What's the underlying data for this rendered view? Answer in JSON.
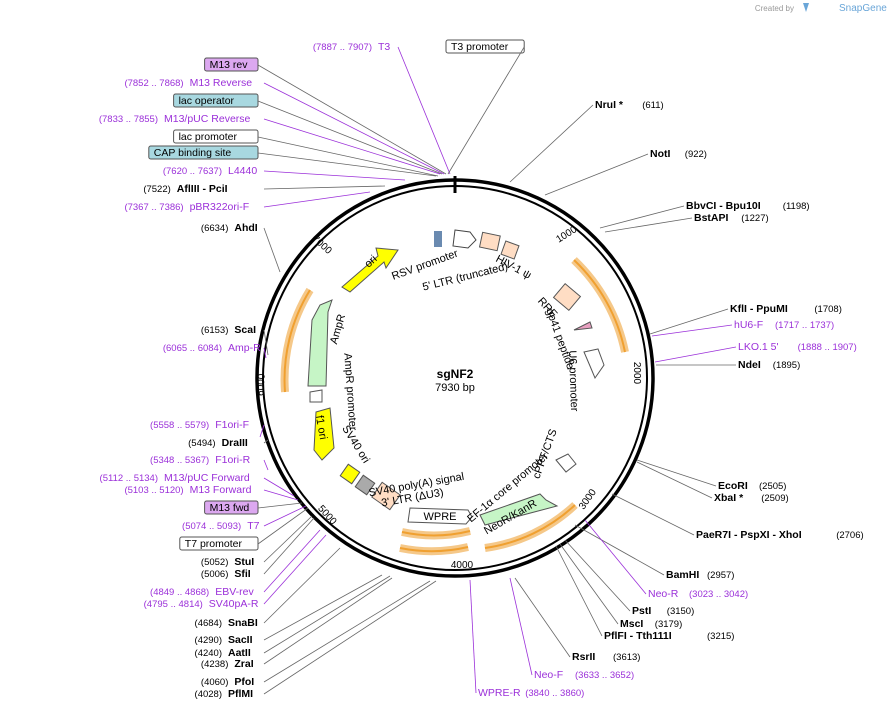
{
  "brand": {
    "created_by": "Created by",
    "name": "SnapGene"
  },
  "plasmid": {
    "name": "sgNF2",
    "size": "7930 bp"
  },
  "ticks": [
    "1000",
    "2000",
    "3000",
    "4000",
    "5000",
    "6000",
    "7000"
  ],
  "features": [
    {
      "label": "RSV promoter",
      "color": "#ffffff"
    },
    {
      "label": "5' LTR (truncated)",
      "color": "#ffffff"
    },
    {
      "label": "HIV-1 ψ",
      "color": "#ffddc4"
    },
    {
      "label": "RRE",
      "color": "#ffddc4"
    },
    {
      "label": "gp41 peptide",
      "color": "#e8a0c0"
    },
    {
      "label": "U6 promoter",
      "color": "#ffffff"
    },
    {
      "label": "cPPT/CTS",
      "color": "#ffffff"
    },
    {
      "label": "EF-1α core promoter",
      "color": "#ffffff"
    },
    {
      "label": "NeoR/KanR",
      "color": "#c6f5c6"
    },
    {
      "label": "WPRE",
      "color": "#ffffff"
    },
    {
      "label": "3' LTR (ΔU3)",
      "color": "#ffddc4"
    },
    {
      "label": "SV40 poly(A) signal",
      "color": "#aaaaaa"
    },
    {
      "label": "SV40 ori",
      "color": "#ffff00"
    },
    {
      "label": "f1 ori",
      "color": "#ffff00"
    },
    {
      "label": "AmpR promoter",
      "color": "#ffffff"
    },
    {
      "label": "AmpR",
      "color": "#c6f5c6"
    },
    {
      "label": "ori",
      "color": "#ffff00"
    }
  ],
  "labels_right": [
    {
      "name": "NruI *",
      "pos": "(611)"
    },
    {
      "name": "NotI",
      "pos": "(922)"
    },
    {
      "name": "BbvCI - Bpu10I",
      "pos": "(1198)"
    },
    {
      "name": "BstAPI",
      "pos": "(1227)"
    },
    {
      "name": "KflI - PpuMI",
      "pos": "(1708)"
    },
    {
      "name": "hU6-F",
      "pos": "(1717 .. 1737)",
      "primer": true
    },
    {
      "name": "LKO.1 5'",
      "pos": "(1888 .. 1907)",
      "primer": true
    },
    {
      "name": "NdeI",
      "pos": "(1895)"
    },
    {
      "name": "EcoRI",
      "pos": "(2505)"
    },
    {
      "name": "XbaI *",
      "pos": "(2509)"
    },
    {
      "name": "PaeR7I - PspXI - XhoI",
      "pos": "(2706)"
    },
    {
      "name": "BamHI",
      "pos": "(2957)"
    },
    {
      "name": "Neo-R",
      "pos": "(3023 .. 3042)",
      "primer": true
    },
    {
      "name": "PstI",
      "pos": "(3150)"
    },
    {
      "name": "MscI",
      "pos": "(3179)"
    },
    {
      "name": "PflFI - Tth111I",
      "pos": "(3215)"
    },
    {
      "name": "RsrII",
      "pos": "(3613)"
    },
    {
      "name": "Neo-F",
      "pos": "(3633 .. 3652)",
      "primer": true
    },
    {
      "name": "WPRE-R",
      "pos": "(3840 .. 3860)",
      "primer": true
    }
  ],
  "labels_left": [
    {
      "name": "T3",
      "pos": "(7887 .. 7907)",
      "primer": true
    },
    {
      "name": "T3 promoter",
      "boxed": "white"
    },
    {
      "name": "M13 rev",
      "boxed": "purple"
    },
    {
      "name": "M13 Reverse",
      "pos": "(7852 .. 7868)",
      "primer": true
    },
    {
      "name": "lac operator",
      "boxed": "teal"
    },
    {
      "name": "M13/pUC Reverse",
      "pos": "(7833 .. 7855)",
      "primer": true
    },
    {
      "name": "lac promoter",
      "boxed": "white"
    },
    {
      "name": "CAP binding site",
      "boxed": "teal"
    },
    {
      "name": "L4440",
      "pos": "(7620 .. 7637)",
      "primer": true
    },
    {
      "name": "AflIII - PciI",
      "pos": "(7522)"
    },
    {
      "name": "pBR322ori-F",
      "pos": "(7367 .. 7386)",
      "primer": true
    },
    {
      "name": "AhdI",
      "pos": "(6634)"
    },
    {
      "name": "ScaI",
      "pos": "(6153)"
    },
    {
      "name": "Amp-R",
      "pos": "(6065 .. 6084)",
      "primer": true
    },
    {
      "name": "F1ori-F",
      "pos": "(5558 .. 5579)",
      "primer": true
    },
    {
      "name": "DraIII",
      "pos": "(5494)"
    },
    {
      "name": "F1ori-R",
      "pos": "(5348 .. 5367)",
      "primer": true
    },
    {
      "name": "M13/pUC Forward",
      "pos": "(5112 .. 5134)",
      "primer": true
    },
    {
      "name": "M13 Forward",
      "pos": "(5103 .. 5120)",
      "primer": true
    },
    {
      "name": "M13 fwd",
      "boxed": "purple"
    },
    {
      "name": "T7",
      "pos": "(5074 .. 5093)",
      "primer": true
    },
    {
      "name": "T7 promoter",
      "boxed": "white"
    },
    {
      "name": "StuI",
      "pos": "(5052)"
    },
    {
      "name": "SfiI",
      "pos": "(5006)"
    },
    {
      "name": "EBV-rev",
      "pos": "(4849 .. 4868)",
      "primer": true
    },
    {
      "name": "SV40pA-R",
      "pos": "(4795 .. 4814)",
      "primer": true
    },
    {
      "name": "SnaBI",
      "pos": "(4684)"
    },
    {
      "name": "SacII",
      "pos": "(4290)"
    },
    {
      "name": "AatII",
      "pos": "(4240)"
    },
    {
      "name": "ZraI",
      "pos": "(4238)"
    },
    {
      "name": "PfoI",
      "pos": "(4060)"
    },
    {
      "name": "PflMI",
      "pos": "(4028)"
    }
  ],
  "colors": {
    "primer": "#9b30d9",
    "enzyme": "#000000",
    "teal_box": "#a8d8e0",
    "purple_box": "#dca8f0",
    "orf_arrow": "#f0a030"
  }
}
